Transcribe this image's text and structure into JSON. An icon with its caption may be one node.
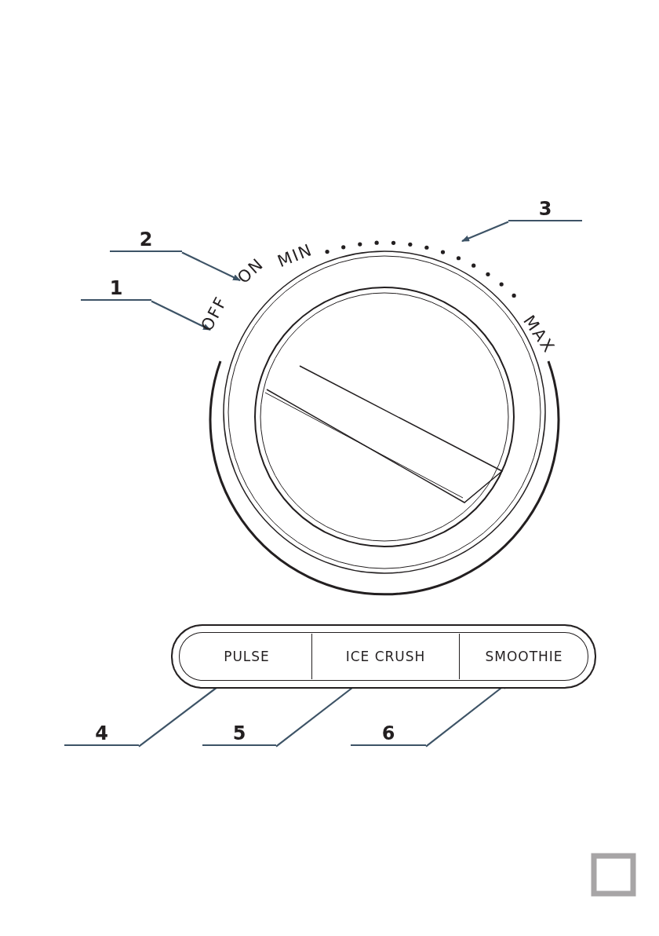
{
  "diagram": {
    "nodes": [
      {
        "text": [
          "1"
        ]
      },
      {
        "text": [
          "OFF"
        ]
      },
      {
        "text": [
          "2"
        ]
      },
      {
        "text": [
          "ON"
        ]
      },
      {
        "text": [
          "3"
        ]
      },
      {
        "text": [],
        "shape": "dots"
      },
      {
        "text": [],
        "shape": "box"
      },
      {
        "text": [
          "PULSE"
        ],
        "in": 6
      },
      {
        "text": [
          "ICE CRUSH"
        ],
        "in": 6
      },
      {
        "text": [
          "SMOOTHIE"
        ],
        "in": 6
      },
      {
        "text": [
          "4"
        ]
      },
      {
        "text": [
          "5"
        ]
      },
      {
        "text": [
          "6"
        ]
      }
    ],
    "edges": [
      {
        "from": 0,
        "to": 1,
        "arrow": "to"
      },
      {
        "from": 2,
        "to": 3,
        "arrow": "to"
      },
      {
        "from": 4,
        "to": 5,
        "arrow": "to"
      },
      {
        "from": 10,
        "to": 7,
        "arrow": "to"
      },
      {
        "from": 11,
        "to": 8,
        "arrow": "to"
      },
      {
        "from": 12,
        "to": 9,
        "arrow": "to"
      }
    ],
    "labels": [
      "MIN",
      "MAX"
    ]
  }
}
